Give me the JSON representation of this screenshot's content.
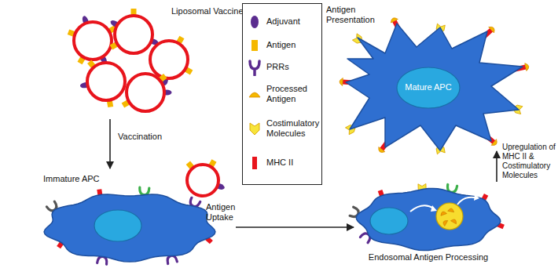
{
  "diagram": {
    "nodes": [
      {
        "text": [
          "Liposomal Vaccine"
        ]
      },
      {
        "text": [
          "Immature APC"
        ]
      },
      {
        "text": [
          "Endosomal Antigen Processing"
        ]
      },
      {
        "text": [
          "Mature APC"
        ]
      }
    ],
    "edges": [
      {
        "from": 0,
        "to": 1,
        "arrow": "to",
        "label": "Vaccination"
      },
      {
        "from": 1,
        "to": 2,
        "arrow": "to"
      },
      {
        "from": 2,
        "to": 3,
        "arrow": "to",
        "label": "Upregulation of MHC II & Costimulatory Molecules"
      }
    ],
    "labels": [
      "Antigen Presentation",
      "Antigen Uptake"
    ],
    "legend": [
      {
        "text": "Adjuvant"
      },
      {
        "text": "Antigen"
      },
      {
        "text": "PRRs"
      },
      {
        "text": "Processed Antigen"
      },
      {
        "text": "Costimulatory Molecules"
      },
      {
        "text": "MHC II"
      }
    ]
  }
}
